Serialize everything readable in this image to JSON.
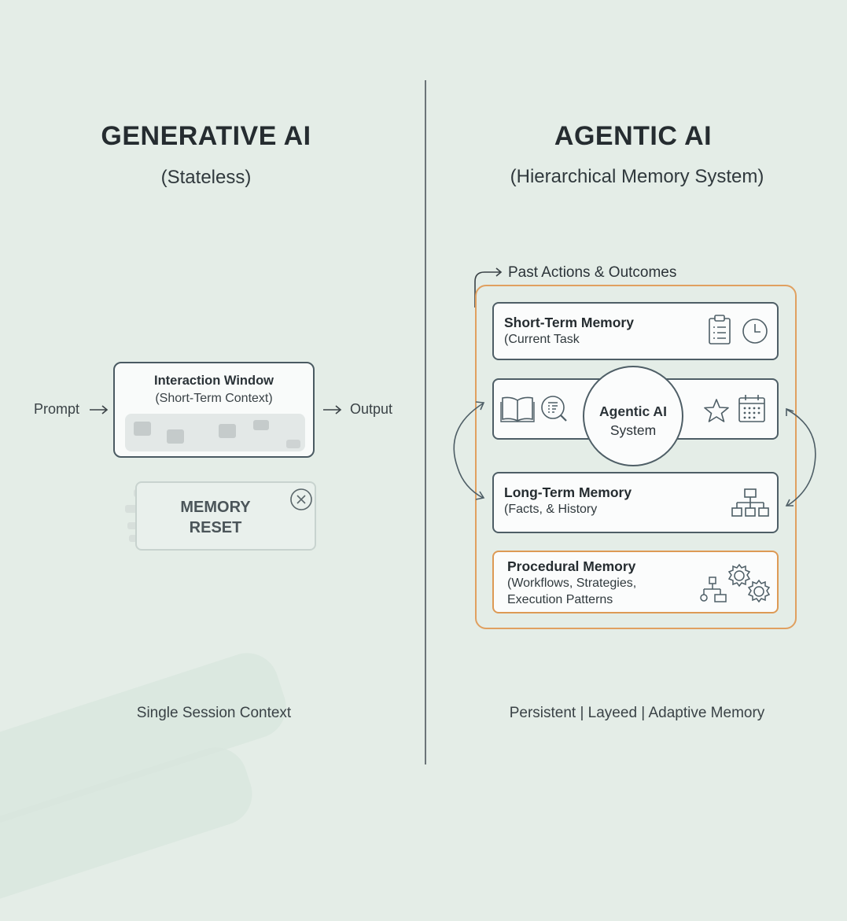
{
  "left_panel": {
    "title": "GENERATIVE AI",
    "subtitle": "(Stateless)",
    "flow": {
      "input_label": "Prompt",
      "output_label": "Output",
      "interaction_window": {
        "title": "Interaction Window",
        "subtitle": "(Short-Term Context)",
        "token_count": 5
      }
    },
    "memory_reset": {
      "line1": "MEMORY",
      "line2": "RESET",
      "icon": "close-circle-icon"
    },
    "footer": "Single Session Context"
  },
  "right_panel": {
    "title": "AGENTIC AI",
    "subtitle": "(Hierarchical Memory System)",
    "feedback_label": "Past Actions & Outcomes",
    "center": {
      "line1": "Agentic AI",
      "line2": "System"
    },
    "layers": [
      {
        "title": "Short-Term Memory",
        "subtitle": "(Current Task",
        "icons": [
          "clipboard-icon",
          "clock-icon"
        ]
      },
      {
        "title": "",
        "subtitle": "",
        "icons": [
          "book-icon",
          "search-list-icon",
          "star-icon",
          "calendar-icon"
        ]
      },
      {
        "title": "Long-Term Memory",
        "subtitle": "(Facts, & History",
        "icons": [
          "hierarchy-icon"
        ]
      },
      {
        "title": "Procedural Memory",
        "subtitle_lines": [
          "(Workflows, Strategies,",
          "Execution Patterns"
        ],
        "icons": [
          "flowchart-icon",
          "gears-icon"
        ]
      }
    ],
    "footer": "Persistent | Layeed | Adaptive Memory"
  },
  "colors": {
    "background": "#e4ede7",
    "outline": "#4e5e66",
    "accent_orange": "#e0a060",
    "text_dark": "#252c30"
  }
}
